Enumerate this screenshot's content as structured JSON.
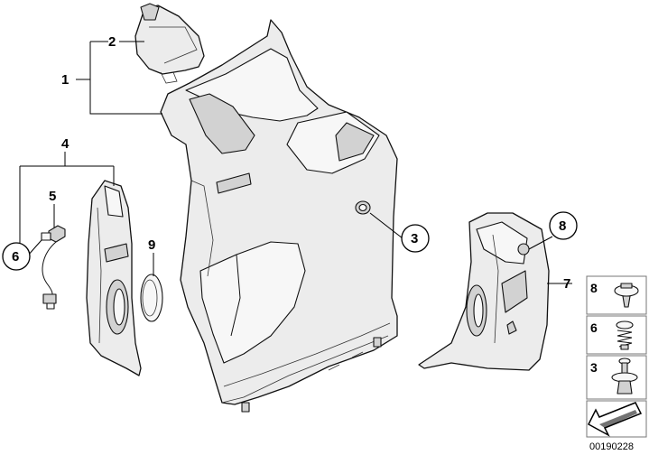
{
  "callouts": {
    "c1": "1",
    "c2": "2",
    "c3": "3",
    "c4": "4",
    "c5": "5",
    "c6": "6",
    "c7": "7",
    "c8": "8",
    "c9": "9"
  },
  "legend": {
    "items": [
      {
        "number": "8",
        "icon": "push-rivet-clip-icon"
      },
      {
        "number": "6",
        "icon": "spring-clip-icon"
      },
      {
        "number": "3",
        "icon": "expanding-rivet-icon"
      }
    ],
    "arrow_icon": "direction-arrow-icon"
  },
  "drawing_number": "00190228"
}
